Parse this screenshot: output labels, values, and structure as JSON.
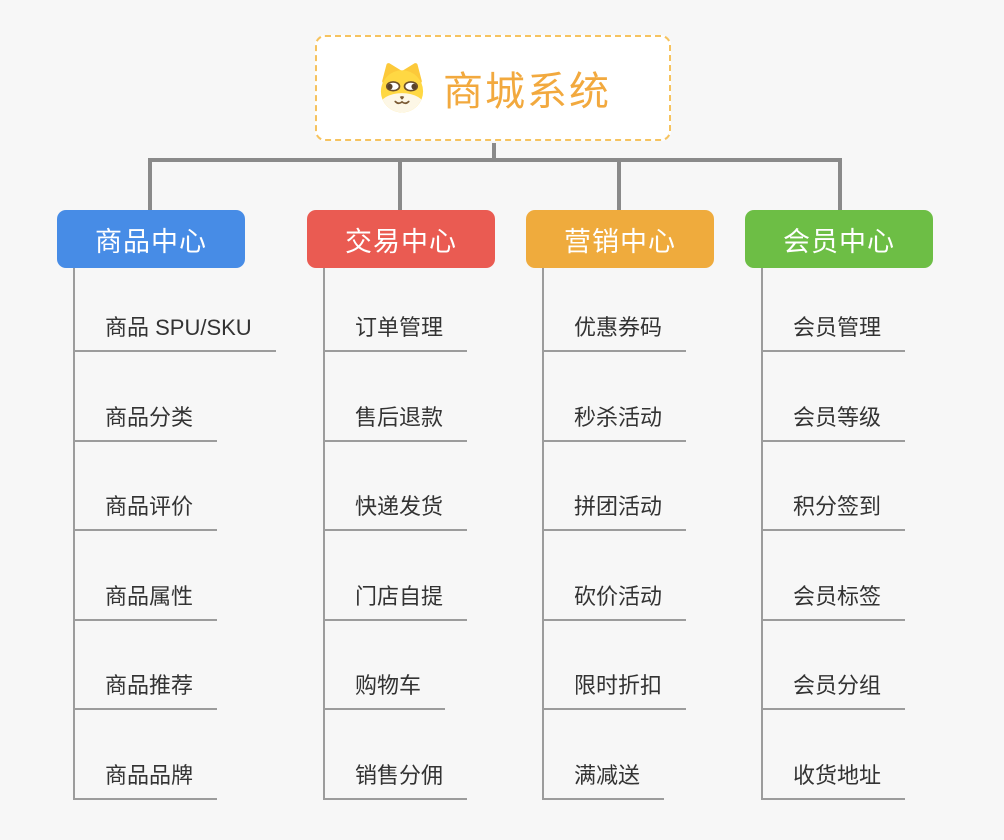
{
  "root": {
    "title": "商城系统",
    "icon": "dog-face-icon"
  },
  "branches": [
    {
      "label": "商品中心",
      "color": "#478ce6",
      "items": [
        "商品 SPU/SKU",
        "商品分类",
        "商品评价",
        "商品属性",
        "商品推荐",
        "商品品牌"
      ]
    },
    {
      "label": "交易中心",
      "color": "#ea5b52",
      "items": [
        "订单管理",
        "售后退款",
        "快递发货",
        "门店自提",
        "购物车",
        "销售分佣"
      ]
    },
    {
      "label": "营销中心",
      "color": "#efab3d",
      "items": [
        "优惠券码",
        "秒杀活动",
        "拼团活动",
        "砍价活动",
        "限时折扣",
        "满减送"
      ]
    },
    {
      "label": "会员中心",
      "color": "#6dbe45",
      "items": [
        "会员管理",
        "会员等级",
        "积分签到",
        "会员标签",
        "会员分组",
        "收货地址"
      ]
    }
  ],
  "colors": {
    "page_background": "#f7f7f7",
    "root_border": "#f6c35f",
    "root_text": "#f2a93e",
    "connector": "#8a8a8a",
    "item_line": "#9c9c9c",
    "item_text": "#333333"
  }
}
